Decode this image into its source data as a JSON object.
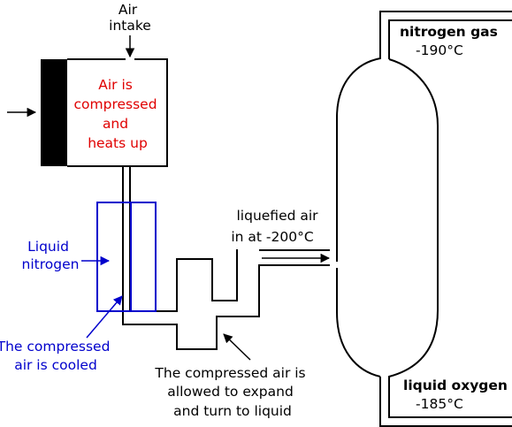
{
  "colors": {
    "line": "#000000",
    "blue": "#0000cc",
    "red": "#e00000"
  },
  "labels": {
    "air_intake": [
      "Air",
      "intake"
    ],
    "compressed_heats": [
      "Air is",
      "compressed",
      "and",
      "heats up"
    ],
    "liquid_nitrogen": [
      "Liquid",
      "nitrogen"
    ],
    "compressed_cooled": [
      "The compressed",
      "air is cooled"
    ],
    "expand_liquid": [
      "The compressed air is",
      "allowed to expand",
      "and turn to liquid"
    ],
    "liquefied_air": [
      "liquefied air",
      "in at -200"
    ],
    "nitrogen_gas": {
      "name": "nitrogen gas",
      "temp": "-190"
    },
    "liquid_oxygen": {
      "name": "liquid oxygen",
      "temp": "-185"
    },
    "degree_unit": "°C"
  }
}
